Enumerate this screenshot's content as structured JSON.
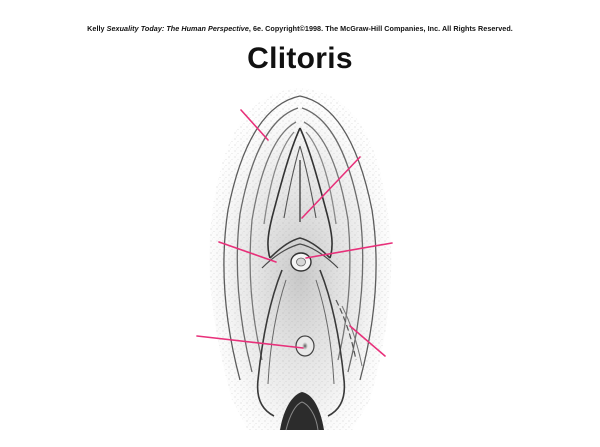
{
  "header": {
    "author": "Kelly",
    "book_title": "Sexuality Today: The Human Perspective",
    "rest": ", 6e. Copyright©1998. The McGraw-Hill Companies, Inc. All Rights Reserved."
  },
  "title": "Clitoris",
  "diagram": {
    "leader_line_color": "#e8307a",
    "ink_color": "#555555",
    "label_pointers": 6
  }
}
